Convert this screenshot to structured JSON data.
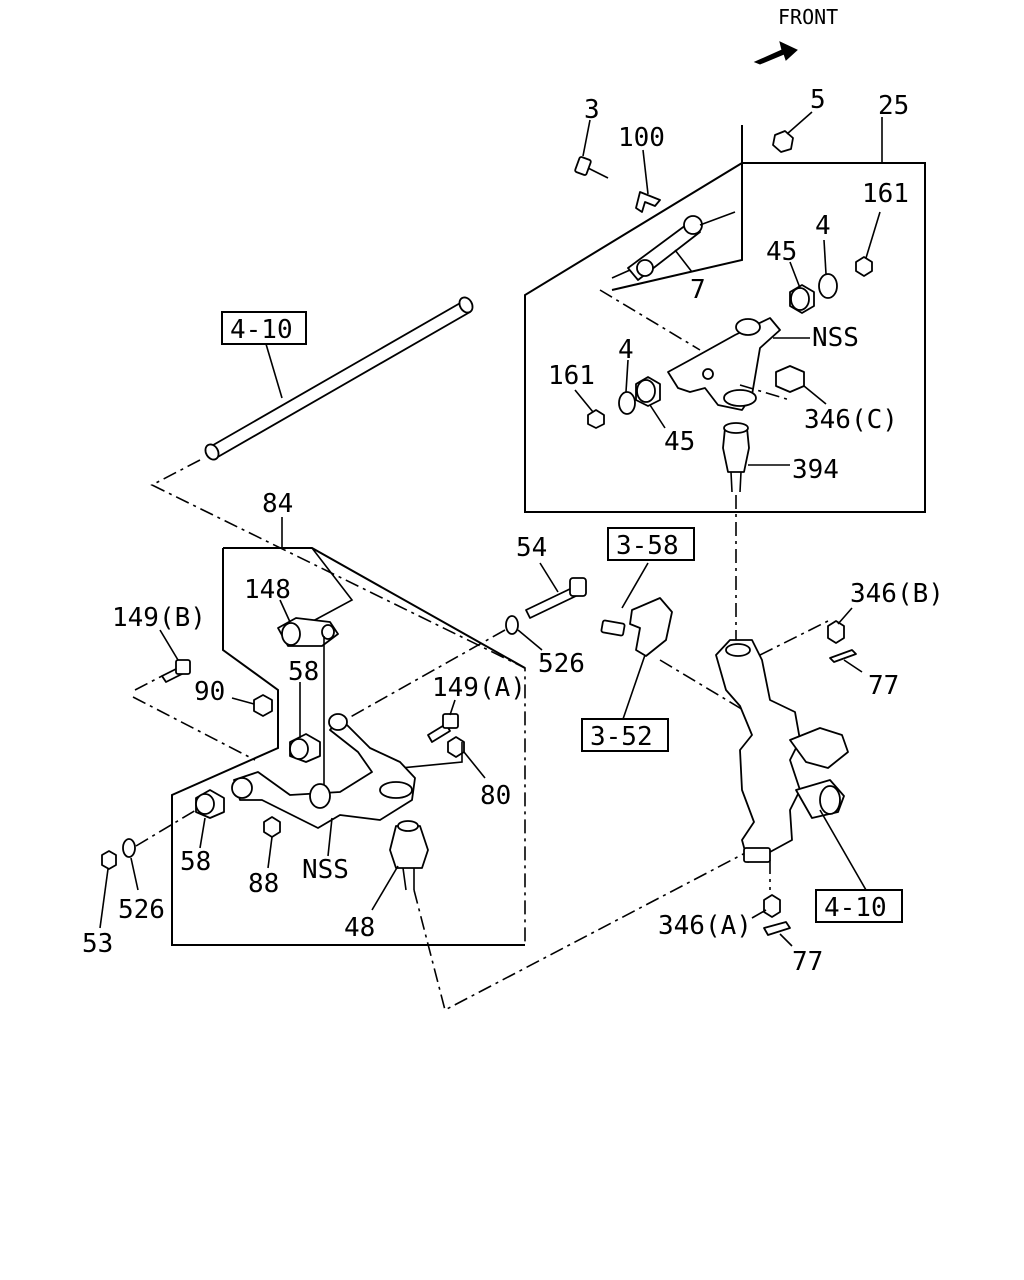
{
  "header": {
    "front_label": "FRONT"
  },
  "references": {
    "ref_4_10_top": "4-10",
    "ref_4_10_bottom": "4-10",
    "ref_3_58": "3-58",
    "ref_3_52": "3-52"
  },
  "callouts": {
    "p3": "3",
    "p100": "100",
    "p5": "5",
    "p25": "25",
    "p161_top": "161",
    "p45_top": "45",
    "p4_top": "4",
    "p7": "7",
    "nss_upper": "NSS",
    "p161_mid": "161",
    "p4_mid": "4",
    "p45_mid": "45",
    "p346c": "346(C)",
    "p394": "394",
    "p84": "84",
    "p148": "148",
    "p149b": "149(B)",
    "p58_top": "58",
    "p90": "90",
    "p54": "54",
    "p526_right": "526",
    "p149a": "149(A)",
    "p80": "80",
    "p346b": "346(B)",
    "p77_top": "77",
    "p58_bottom": "58",
    "p88": "88",
    "nss_lower": "NSS",
    "p48": "48",
    "p53": "53",
    "p526_left": "526",
    "p346a": "346(A)",
    "p77_bottom": "77"
  }
}
